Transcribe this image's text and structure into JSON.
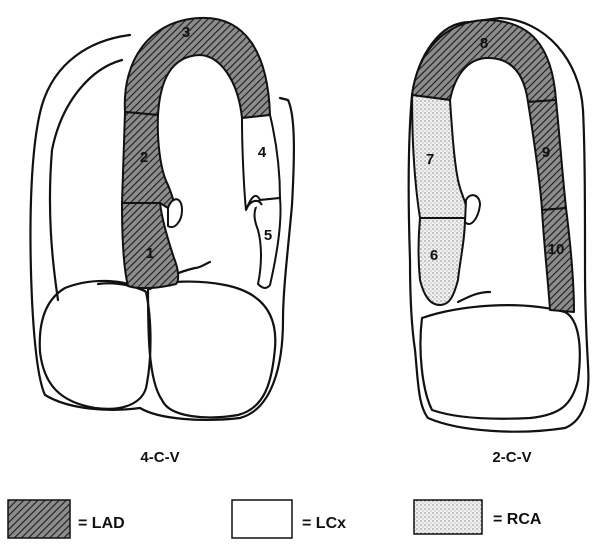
{
  "views": [
    {
      "label": "4-C-V"
    },
    {
      "label": "2-C-V"
    }
  ],
  "segments": [
    {
      "number": "1",
      "territory": "LAD"
    },
    {
      "number": "2",
      "territory": "LAD"
    },
    {
      "number": "3",
      "territory": "LAD"
    },
    {
      "number": "4",
      "territory": "LCx"
    },
    {
      "number": "5",
      "territory": "LCx"
    },
    {
      "number": "6",
      "territory": "RCA"
    },
    {
      "number": "7",
      "territory": "RCA"
    },
    {
      "number": "8",
      "territory": "LAD"
    },
    {
      "number": "9",
      "territory": "LAD"
    },
    {
      "number": "10",
      "territory": "LAD"
    }
  ],
  "legend": [
    {
      "label": "= LAD",
      "pattern": "hatch"
    },
    {
      "label": "= LCx",
      "pattern": "blank"
    },
    {
      "label": "= RCA",
      "pattern": "dots"
    }
  ],
  "colors": {
    "ink": "#111111",
    "background": "#ffffff",
    "stipple_bg": "#f0f0f0"
  }
}
